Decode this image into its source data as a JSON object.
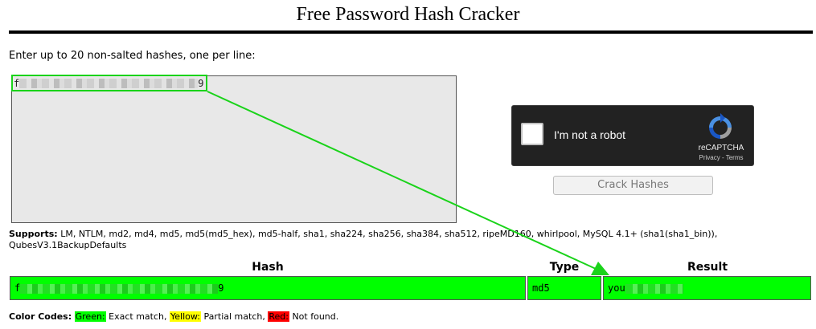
{
  "page": {
    "title": "Free Password Hash Cracker"
  },
  "form": {
    "instructions": "Enter up to 20 non-salted hashes, one per line:",
    "hash_first_char": "f",
    "hash_last_char": "9"
  },
  "captcha": {
    "label": "I'm not a robot",
    "brand": "reCAPTCHA",
    "links": "Privacy - Terms",
    "logo_icon": "recaptcha-icon"
  },
  "buttons": {
    "crack": "Crack Hashes"
  },
  "supports": {
    "label": "Supports:",
    "list": "LM, NTLM, md2, md4, md5, md5(md5_hex), md5-half, sha1, sha224, sha256, sha384, sha512, ripeMD160, whirlpool, MySQL 4.1+ (sha1(sha1_bin)), QubesV3.1BackupDefaults"
  },
  "results": {
    "headers": {
      "hash": "Hash",
      "type": "Type",
      "result": "Result"
    },
    "row": {
      "hash_first_char": "f",
      "hash_last_char": "9",
      "type": "md5",
      "result_prefix": "you"
    }
  },
  "color_codes": {
    "label": "Color Codes:",
    "green": "Green:",
    "green_desc": "Exact match,",
    "yellow": "Yellow:",
    "yellow_desc": "Partial match,",
    "red": "Red:",
    "red_desc": "Not found.",
    "colors": {
      "green": "#00ff00",
      "yellow": "#ffff00",
      "red": "#ff0000"
    }
  },
  "annotation": {
    "color": "#1ad31a"
  }
}
